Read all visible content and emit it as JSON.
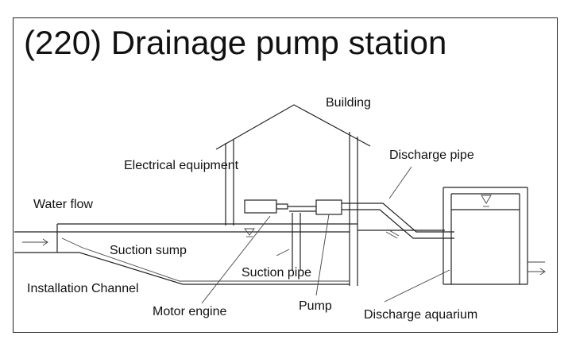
{
  "title": "(220) Drainage pump station",
  "labels": {
    "building": "Building",
    "discharge_pipe": "Discharge pipe",
    "electrical_equipment": "Electrical equipment",
    "water_flow": "Water flow",
    "suction_sump": "Suction sump",
    "suction_pipe": "Suction pipe",
    "installation_channel": "Installation Channel",
    "motor_engine": "Motor engine",
    "pump": "Pump",
    "discharge_aquarium": "Discharge aquarium"
  }
}
